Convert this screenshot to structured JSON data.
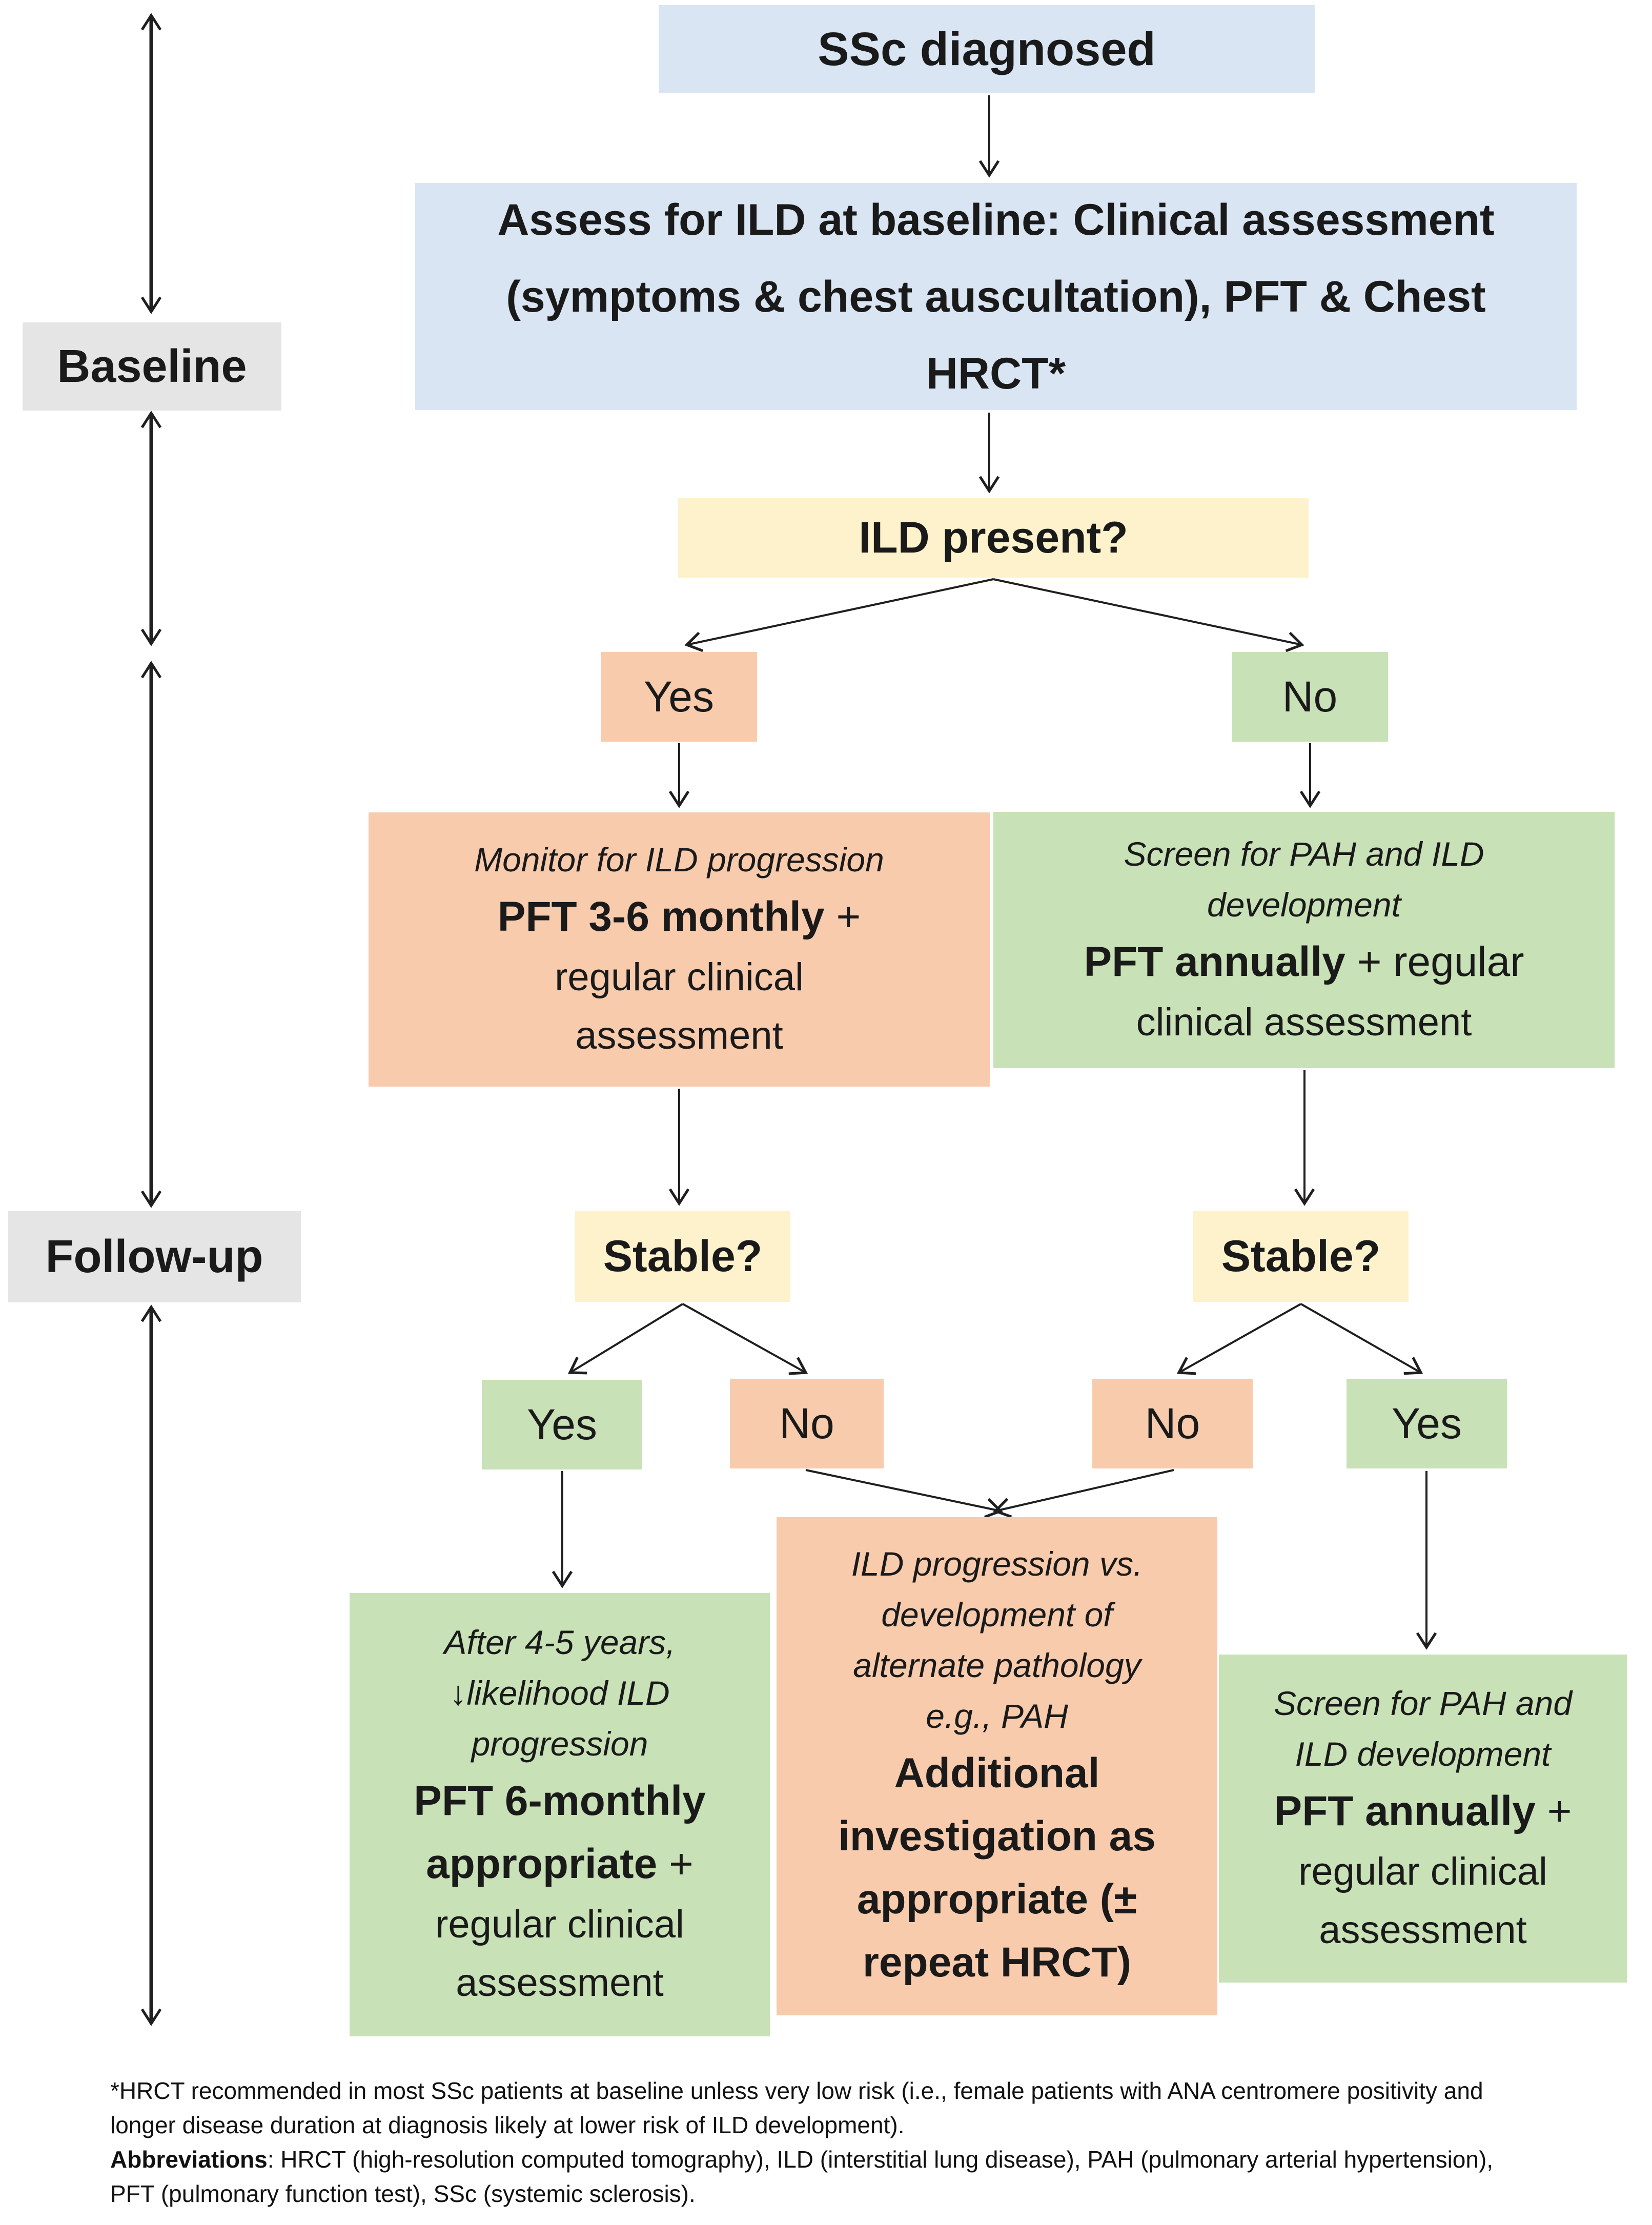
{
  "palette": {
    "box_blue": "#d9e5f2",
    "box_yellow": "#fdf2cc",
    "box_orange": "#f8cbad",
    "box_green": "#c8e1b6",
    "box_gray": "#e6e5e5",
    "line_color": "#1f1f1f",
    "text_color": "#1a1a1a"
  },
  "rail": {
    "baseline_label": "Baseline",
    "followup_label": "Follow-up"
  },
  "nodes": {
    "ssc": {
      "title": "SSc diagnosed"
    },
    "assess": {
      "line1": "Assess for ILD at baseline: Clinical assessment",
      "line2": "(symptoms & chest auscultation), PFT & Chest",
      "line3": "HRCT*"
    },
    "ild_present": {
      "title": "ILD present?"
    },
    "yes1": {
      "label": "Yes"
    },
    "no1": {
      "label": "No"
    },
    "monitor": {
      "subtitle": "Monitor for ILD progression",
      "strong": "PFT 3-6 monthly",
      "strong_suffix": " +",
      "line3": "regular clinical",
      "line4": "assessment"
    },
    "screen": {
      "subtitle_1": "Screen for PAH and ILD",
      "subtitle_2": "development",
      "strong": "PFT annually",
      "strong_suffix": " + regular",
      "line4": "clinical assessment"
    },
    "stable_left": {
      "title": "Stable?"
    },
    "stable_right": {
      "title": "Stable?"
    },
    "yes2_left": {
      "label": "Yes"
    },
    "no2_left": {
      "label": "No"
    },
    "no2_right": {
      "label": "No"
    },
    "yes2_right": {
      "label": "Yes"
    },
    "after45": {
      "subtitle_1": "After 4-5 years,",
      "subtitle_2": "↓likelihood ILD",
      "subtitle_3": "progression",
      "strong_1": "PFT 6-monthly",
      "strong_2": "appropriate",
      "strong_2_suffix": " +",
      "line6": "regular clinical",
      "line7": "assessment"
    },
    "ildprog": {
      "subtitle_1": "ILD progression vs.",
      "subtitle_2": "development of",
      "subtitle_3": "alternate pathology",
      "subtitle_4": "e.g., PAH",
      "strong_1": "Additional",
      "strong_2": "investigation as",
      "strong_3": "appropriate (±",
      "strong_4": "repeat HRCT)"
    },
    "screen2": {
      "subtitle_1": "Screen for PAH and",
      "subtitle_2": "ILD development",
      "strong": "PFT annually",
      "strong_suffix": " +",
      "line4": "regular clinical",
      "line5": "assessment"
    }
  },
  "footnote": {
    "line1": "*HRCT recommended in most SSc patients at baseline unless very low risk (i.e., female patients with ANA centromere positivity and",
    "line2": "longer disease duration at diagnosis likely at lower risk of ILD development).",
    "abbrev_label": "Abbreviations",
    "line3_rest": ": HRCT (high-resolution computed tomography),  ILD (interstitial lung disease), PAH (pulmonary arterial hypertension),",
    "line4": "PFT (pulmonary function test), SSc (systemic sclerosis)."
  }
}
